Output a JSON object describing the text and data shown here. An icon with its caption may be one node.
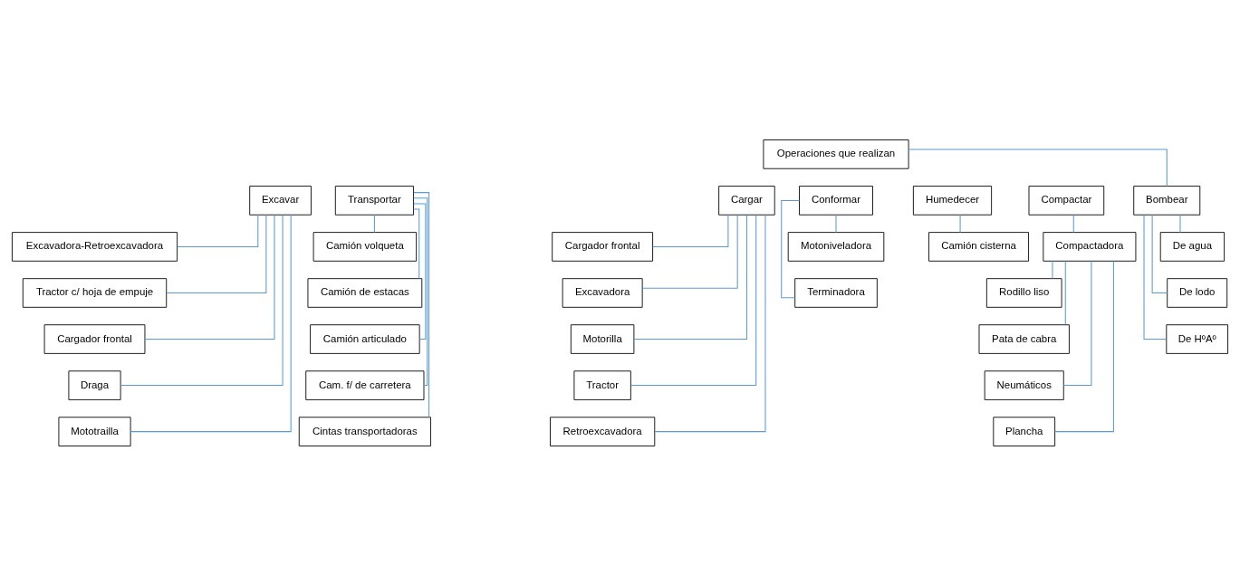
{
  "diagram": {
    "nodes": [
      {
        "text": [
          "Operaciones que realizan"
        ]
      },
      {
        "text": [
          "Excavar"
        ]
      },
      {
        "text": [
          "Transportar"
        ]
      },
      {
        "text": [
          "Cargar"
        ]
      },
      {
        "text": [
          "Conformar"
        ]
      },
      {
        "text": [
          "Humedecer"
        ]
      },
      {
        "text": [
          "Compactar"
        ]
      },
      {
        "text": [
          "Excavadora-Retroexcavadora"
        ]
      },
      {
        "text": [
          "Tractor c/ hoja de empuje"
        ]
      },
      {
        "text": [
          "Cargador frontal"
        ]
      },
      {
        "text": [
          "Draga"
        ]
      },
      {
        "text": [
          "Mototrailla"
        ]
      },
      {
        "text": [
          "Camión volqueta"
        ]
      },
      {
        "text": [
          "Camión de estacas"
        ]
      },
      {
        "text": [
          "Camión articulado"
        ]
      },
      {
        "text": [
          "Cam. f/ de carretera"
        ]
      },
      {
        "text": [
          "Cintas transportadoras"
        ]
      },
      {
        "text": [
          "Cargador frontal"
        ]
      },
      {
        "text": [
          "Excavadora"
        ]
      },
      {
        "text": [
          "Motorilla"
        ]
      },
      {
        "text": [
          "Tractor"
        ]
      },
      {
        "text": [
          "Retroexcavadora"
        ]
      },
      {
        "text": [
          "Motoniveladora"
        ]
      },
      {
        "text": [
          "Terminadora"
        ]
      },
      {
        "text": [
          "Camión cisterna"
        ]
      },
      {
        "text": [
          "Compactadora"
        ]
      },
      {
        "text": [
          "Rodillo liso"
        ]
      },
      {
        "text": [
          "Pata de cabra"
        ]
      },
      {
        "text": [
          "Neumáticos"
        ]
      },
      {
        "text": [
          "Plancha"
        ]
      },
      {
        "text": [
          "Bombear"
        ]
      },
      {
        "text": [
          "De agua"
        ]
      },
      {
        "text": [
          "De lodo"
        ]
      },
      {
        "text": [
          "De HºAº"
        ]
      }
    ],
    "edges": [
      {
        "from": 1,
        "to": 7,
        "arrow": "none"
      },
      {
        "from": 1,
        "to": 8,
        "arrow": "none"
      },
      {
        "from": 1,
        "to": 9,
        "arrow": "none"
      },
      {
        "from": 1,
        "to": 10,
        "arrow": "none"
      },
      {
        "from": 1,
        "to": 11,
        "arrow": "none"
      },
      {
        "from": 2,
        "to": 12,
        "arrow": "none"
      },
      {
        "from": 2,
        "to": 13,
        "arrow": "none"
      },
      {
        "from": 2,
        "to": 14,
        "arrow": "none"
      },
      {
        "from": 2,
        "to": 15,
        "arrow": "none"
      },
      {
        "from": 2,
        "to": 16,
        "arrow": "none"
      },
      {
        "from": 3,
        "to": 17,
        "arrow": "none"
      },
      {
        "from": 3,
        "to": 18,
        "arrow": "none"
      },
      {
        "from": 3,
        "to": 19,
        "arrow": "none"
      },
      {
        "from": 3,
        "to": 20,
        "arrow": "none"
      },
      {
        "from": 3,
        "to": 21,
        "arrow": "none"
      },
      {
        "from": 4,
        "to": 22,
        "arrow": "none"
      },
      {
        "from": 4,
        "to": 23,
        "arrow": "none"
      },
      {
        "from": 5,
        "to": 24,
        "arrow": "none"
      },
      {
        "from": 6,
        "to": 25,
        "arrow": "none"
      },
      {
        "from": 25,
        "to": 26,
        "arrow": "none"
      },
      {
        "from": 25,
        "to": 27,
        "arrow": "none"
      },
      {
        "from": 25,
        "to": 28,
        "arrow": "none"
      },
      {
        "from": 25,
        "to": 29,
        "arrow": "none"
      },
      {
        "from": 0,
        "to": 30,
        "arrow": "none"
      },
      {
        "from": 30,
        "to": 31,
        "arrow": "none"
      },
      {
        "from": 30,
        "to": 32,
        "arrow": "none"
      },
      {
        "from": 30,
        "to": 33,
        "arrow": "none"
      }
    ]
  }
}
